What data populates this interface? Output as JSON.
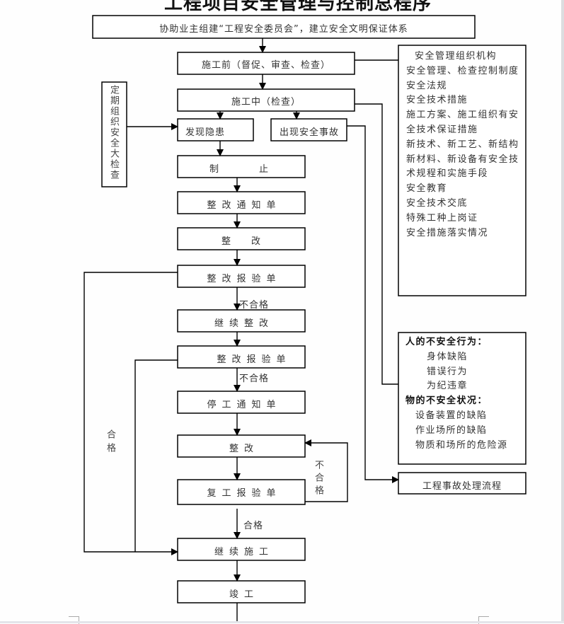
{
  "title": "工程项目安全管理与控制总程序",
  "nodes": {
    "top": "协助业主组建“工程安全委员会”，建立安全文明保证体系",
    "pre_construction": "施工前（督促、审查、检查）",
    "during_construction": "施工中（检查）",
    "periodic_inspection": "定期组织安全大检查",
    "hazard_found": "发现隐患",
    "accident": "出现安全事故",
    "stop": "制　　　　止",
    "rectify_notice": "整改通知单",
    "rectify_1": "整　　改",
    "rectify_report_1": "整改报验单",
    "continue_rectify": "继续整改",
    "rectify_report_2": "整改报验单",
    "stop_work_notice": "停工通知单",
    "rectify_2": "整改",
    "resume_report": "复工报验单",
    "continue_construction": "继续施工",
    "completion": "竣工",
    "accident_process": "工程事故处理流程"
  },
  "edge_labels": {
    "fail_1": "不合格",
    "fail_2": "不合格",
    "fail_loop": "不合格",
    "pass_left": "合格",
    "pass_bottom": "合格"
  },
  "pre_construction_items": [
    "安全管理组织机构",
    "安全管理、检查控制制度",
    "安全法规",
    "安全技术措施",
    "施工方案、施工组织有安",
    "全技术保证措施",
    "新技术、新工艺、新结构",
    "新材料、新设备有安全技",
    "术规程和实施手段",
    "安全教育",
    "安全技术交底",
    "特殊工种上岗证",
    "安全措施落实情况"
  ],
  "unsafe_factors": {
    "human_heading": "人的不安全行为：",
    "human_items": [
      "身体缺陷",
      "错误行为",
      "为纪违章"
    ],
    "object_heading": "物的不安全状况：",
    "object_items": [
      "设备装置的缺陷",
      "作业场所的缺陷",
      "物质和场所的危险源"
    ]
  }
}
